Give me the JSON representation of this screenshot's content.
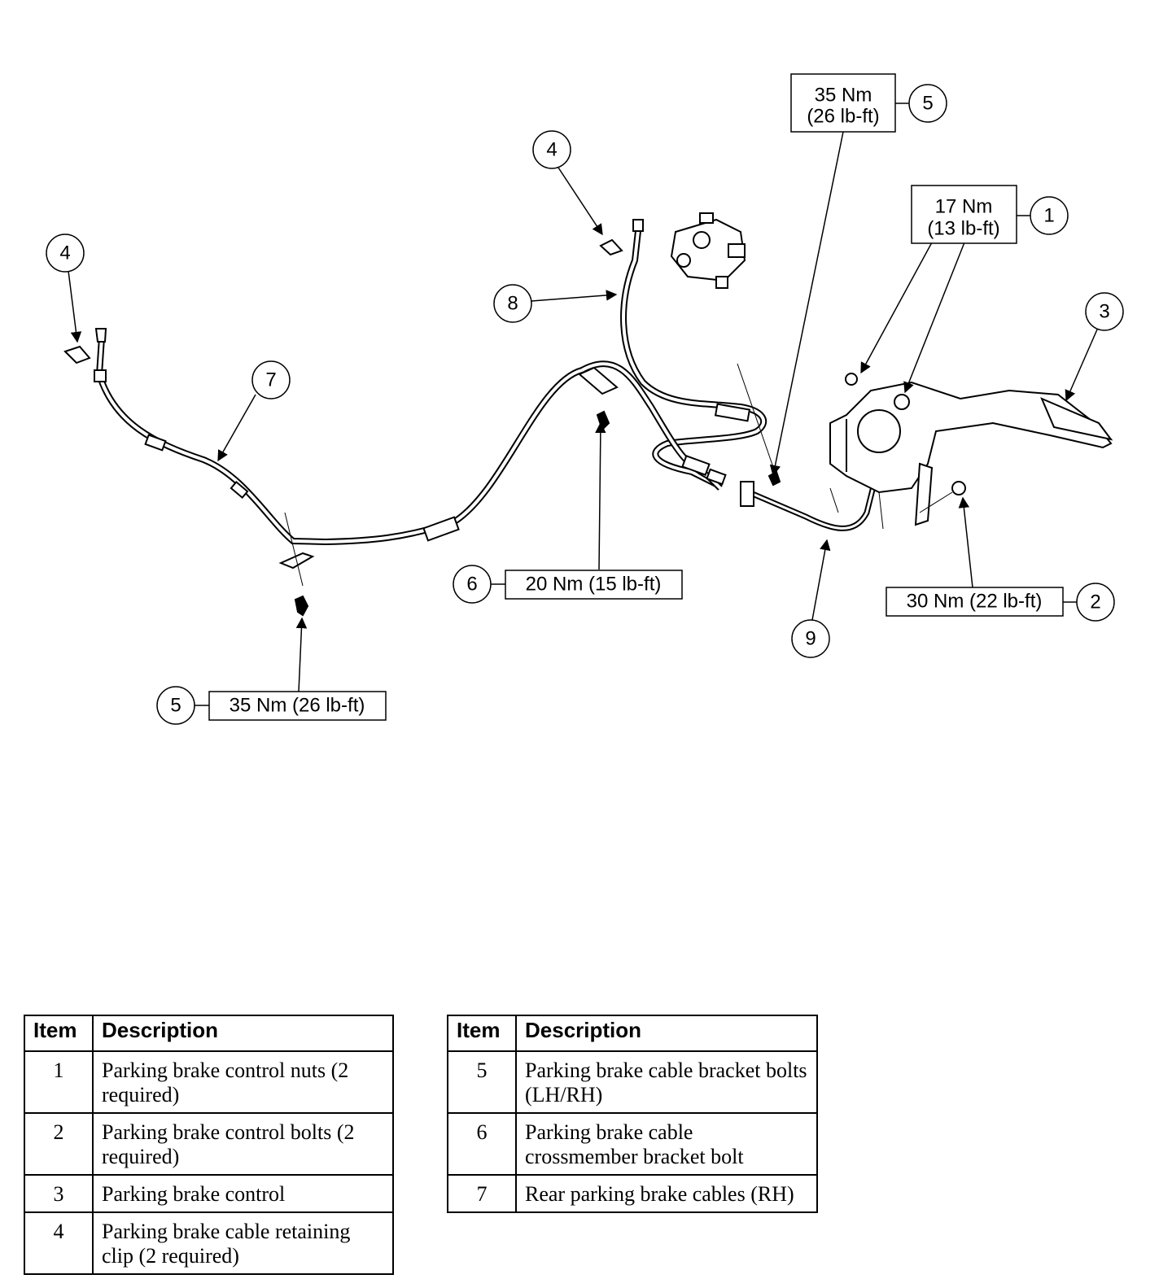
{
  "callouts": {
    "c1": "1",
    "c2": "2",
    "c3": "3",
    "c4a": "4",
    "c4b": "4",
    "c5a": "5",
    "c5b": "5",
    "c6": "6",
    "c7": "7",
    "c8": "8",
    "c9": "9"
  },
  "torque": {
    "t1_line1": "17 Nm",
    "t1_line2": "(13 lb-ft)",
    "t2": "30 Nm (22 lb-ft)",
    "t5a_line1": "35 Nm",
    "t5a_line2": "(26 lb-ft)",
    "t5b": "35 Nm (26 lb-ft)",
    "t6": "20 Nm (15 lb-ft)"
  },
  "tables": {
    "header_item": "Item",
    "header_description": "Description",
    "left": [
      {
        "item": "1",
        "description": "Parking brake control nuts (2 required)"
      },
      {
        "item": "2",
        "description": "Parking brake control bolts (2 required)"
      },
      {
        "item": "3",
        "description": "Parking brake control"
      },
      {
        "item": "4",
        "description": "Parking brake cable retaining clip (2 required)"
      }
    ],
    "right": [
      {
        "item": "5",
        "description": "Parking brake cable bracket bolts (LH/RH)"
      },
      {
        "item": "6",
        "description": "Parking brake cable crossmember bracket bolt"
      },
      {
        "item": "7",
        "description": "Rear parking brake cables (RH)"
      }
    ]
  }
}
